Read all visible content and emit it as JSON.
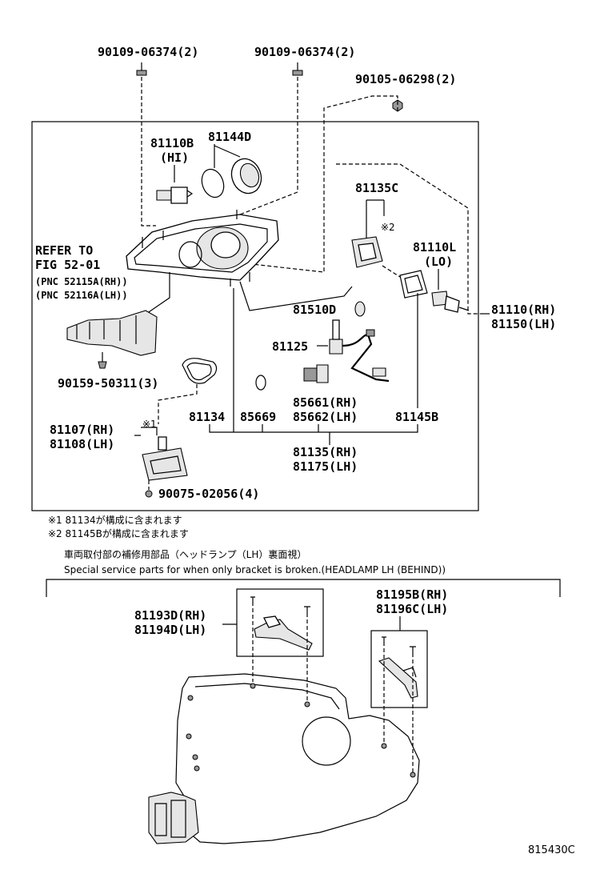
{
  "labels": {
    "p90109_a": "90109-06374(2)",
    "p90109_b": "90109-06374(2)",
    "p90105": "90105-06298(2)",
    "p81110B": "81110B",
    "p81110B_sub": "(HI)",
    "p81144D": "81144D",
    "p81135C": "81135C",
    "p81135C_note": "※2",
    "p81110L": "81110L",
    "p81110L_sub": "(LO)",
    "p81110_rh": "81110(RH)",
    "p81150_lh": "81150(LH)",
    "refer_1": "REFER TO",
    "refer_2": "FIG 52-01",
    "refer_3": "(PNC 52115A(RH))",
    "refer_4": "(PNC 52116A(LH))",
    "p81510D": "81510D",
    "p81125": "81125",
    "p90159": "90159-50311(3)",
    "p85661": "85661(RH)",
    "p85662": "85662(LH)",
    "p81107": "81107(RH)",
    "p81108": "81108(LH)",
    "p81107_note": "※1",
    "p81134": "81134",
    "p85669": "85669",
    "p81145B": "81145B",
    "p81135_rh": "81135(RH)",
    "p81175_lh": "81175(LH)",
    "p90075": "90075-02056(4)",
    "p81193D": "81193D(RH)",
    "p81194D": "81194D(LH)",
    "p81195B": "81195B(RH)",
    "p81196C": "81196C(LH)",
    "figure_code": "815430C"
  },
  "notes": {
    "note1": "※1  81134が構成に含まれます",
    "note2": "※2  81145Bが構成に含まれます",
    "special_jp": "車両取付部の補修用部品（ヘッドランプ（LH）裏面視）",
    "special_en": "Special service parts for when only bracket is broken.(HEADLAMP LH (BEHIND))"
  }
}
